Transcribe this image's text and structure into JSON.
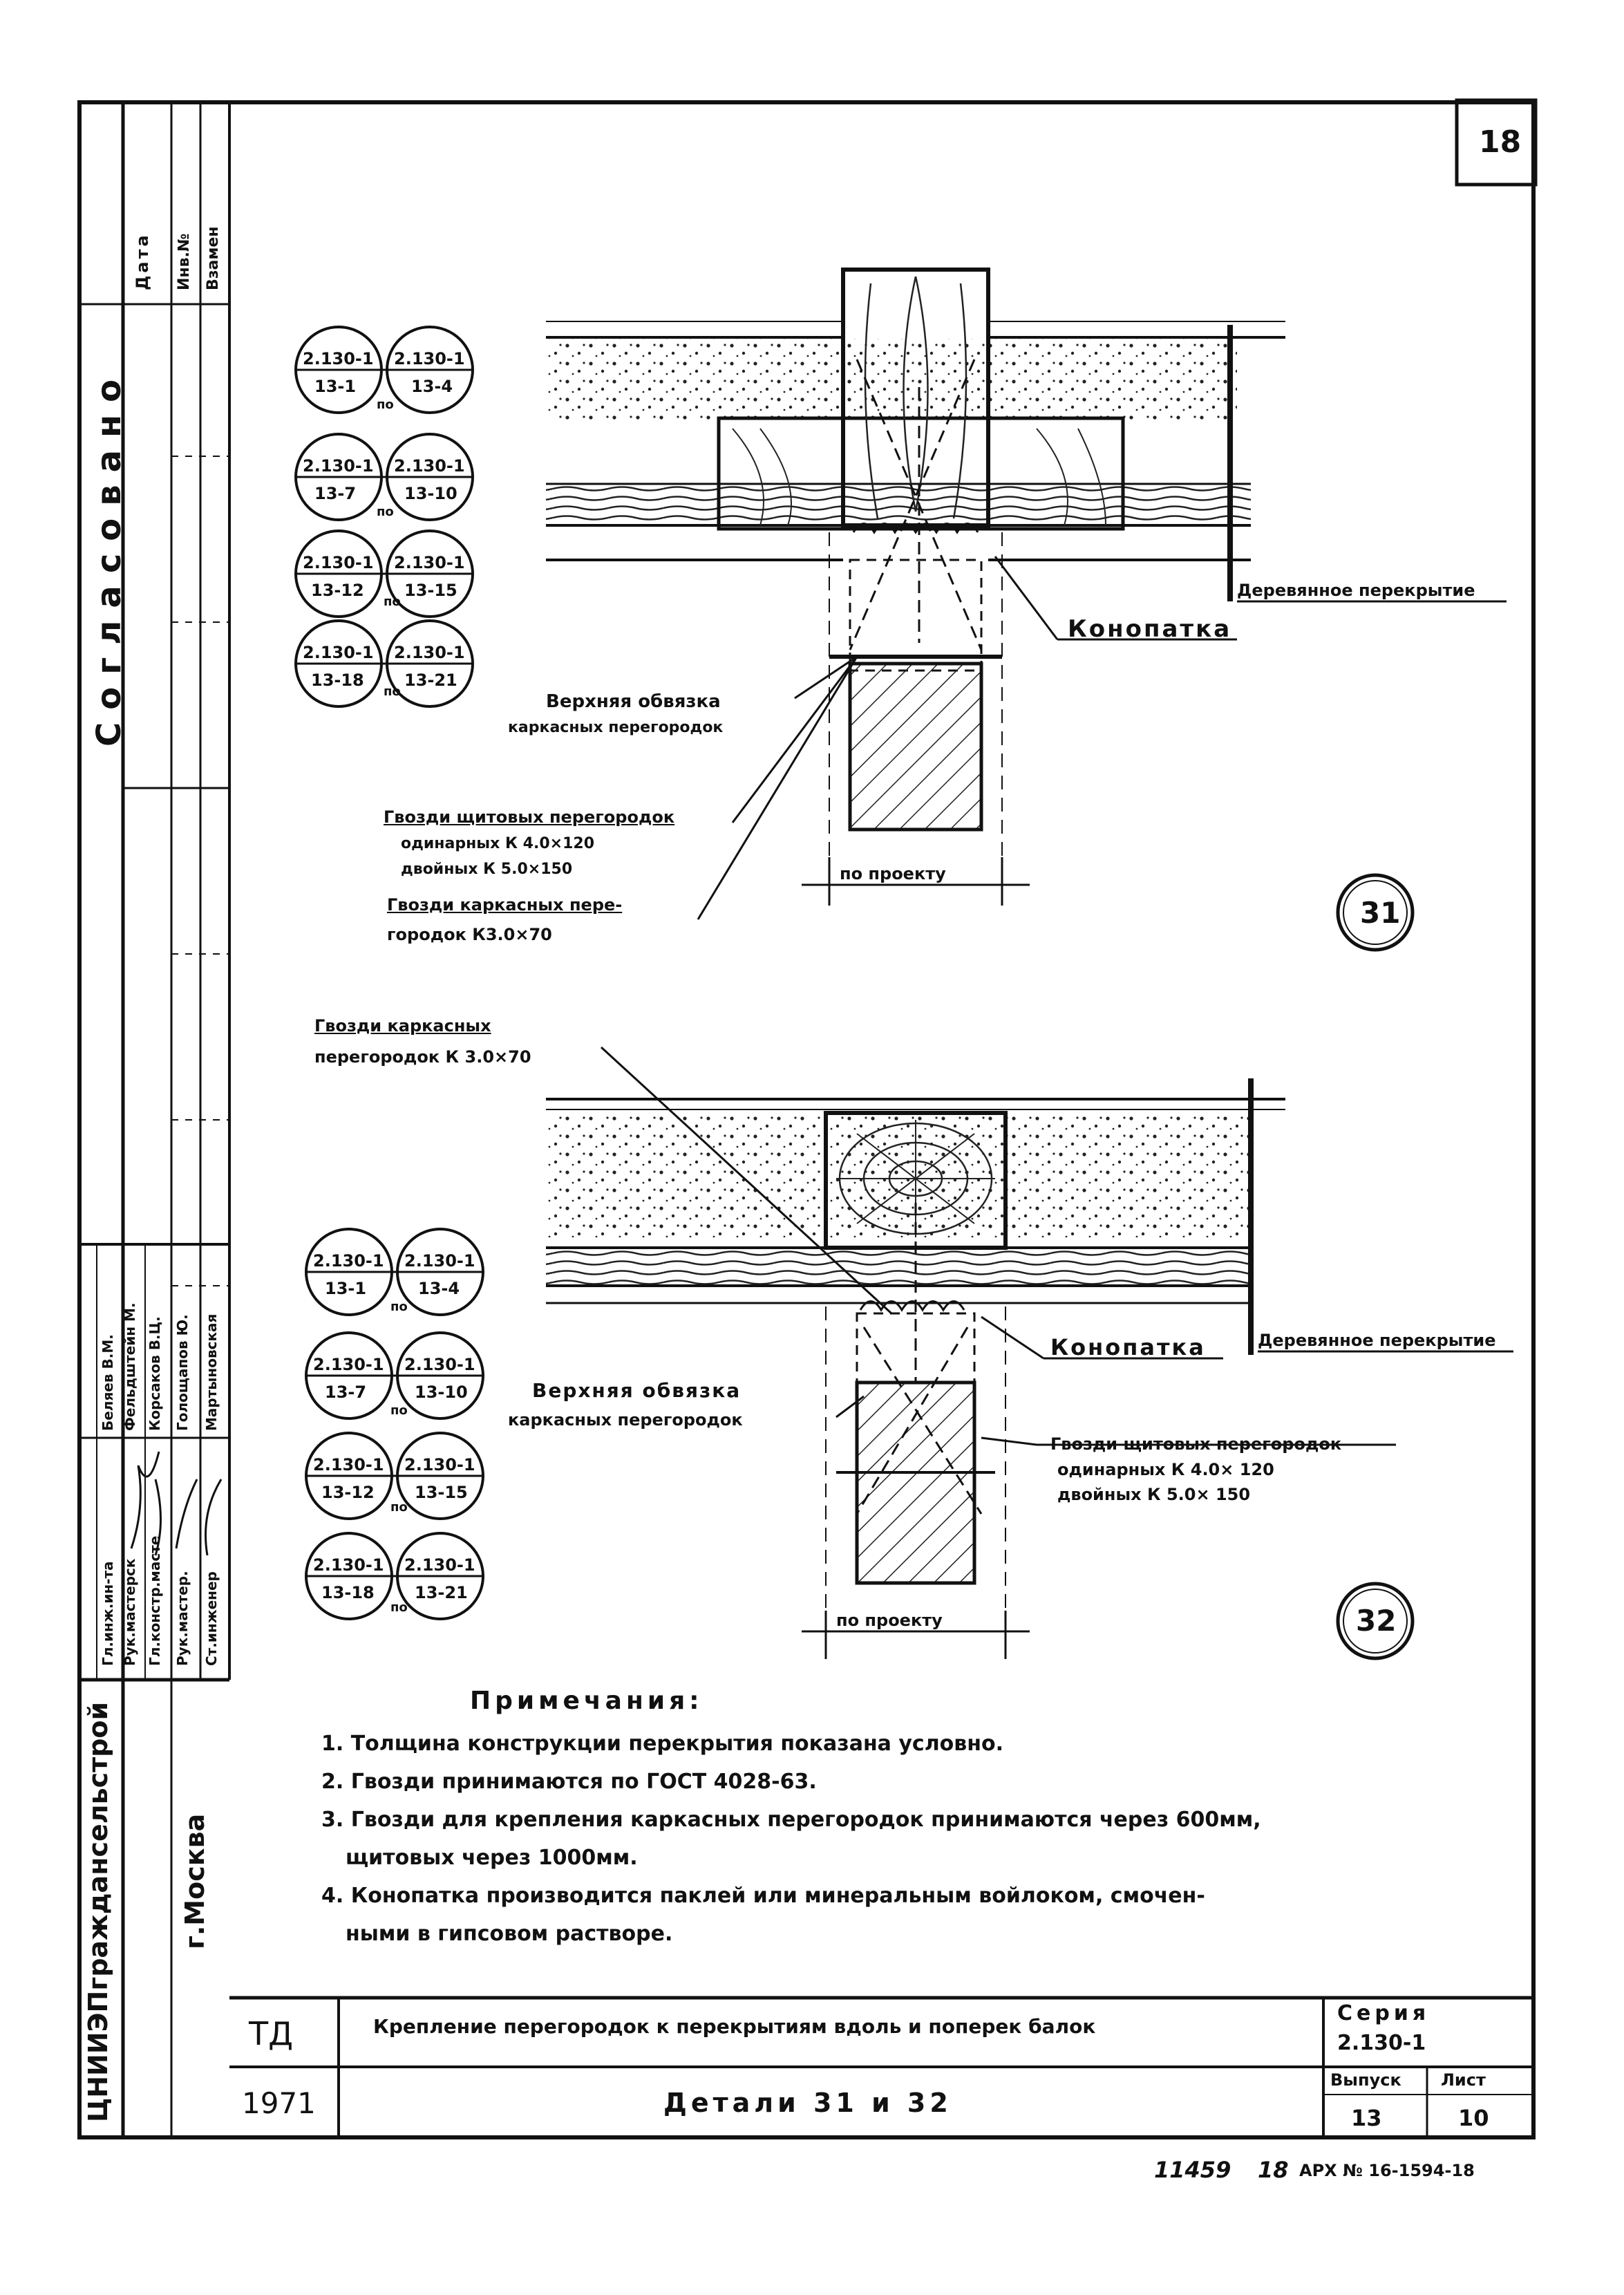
{
  "sheet_number": "18",
  "approval_block": {
    "title": "Согласовано",
    "col_date": "Дата",
    "col_inv": "Инв.№",
    "col_instead": "Взамен"
  },
  "staff": {
    "roles": [
      "Гл.инж.ин-та",
      "Рук.мастерск",
      "Гл.констр.масте",
      "Рук.мастер.",
      "Ст.инженер"
    ],
    "names": [
      "Беляев В.М.",
      "Фельдштейн М.",
      "Корсаков В.Ц.",
      "Голощапов Ю.",
      "Мартыновская"
    ]
  },
  "organization": {
    "name": "ЦНИИЭПграждансельстрой",
    "city": "г.Москва"
  },
  "detail_31": {
    "number": "31",
    "wood_floor_label": "Деревянное перекрытие",
    "caulk_label": "Конопатка",
    "top_plate_label": [
      "Верхняя обвязка",
      "каркасных перегородок"
    ],
    "panel_nails_label": [
      "Гвозди щитовых перегородок",
      "одинарных  К 4.0×120",
      "двойных  К 5.0×150"
    ],
    "frame_nails_label": [
      "Гвозди каркасных пере-",
      "городок К3.0×70"
    ],
    "dimension_label": "по проекту"
  },
  "detail_32": {
    "number": "32",
    "frame_nails_label": [
      "Гвозди каркасных",
      "перегородок К 3.0×70"
    ],
    "wood_floor_label": "Деревянное перекрытие",
    "caulk_label": "Конопатка",
    "top_plate_label": [
      "Верхняя обвязка",
      "каркасных перегородок"
    ],
    "panel_nails_label": [
      "Гвозди щитовых перегородок",
      "одинарных К 4.0× 120",
      "двойных  К 5.0× 150"
    ],
    "dimension_label": "по проекту"
  },
  "references_31": [
    {
      "top_left": "2.130-1",
      "bot_left": "13-1",
      "top_right": "2.130-1",
      "bot_right": "13-4",
      "sep": "по"
    },
    {
      "top_left": "2.130-1",
      "bot_left": "13-7",
      "top_right": "2.130-1",
      "bot_right": "13-10",
      "sep": "по"
    },
    {
      "top_left": "2.130-1",
      "bot_left": "13-12",
      "top_right": "2.130-1",
      "bot_right": "13-15",
      "sep": "по"
    },
    {
      "top_left": "2.130-1",
      "bot_left": "13-18",
      "top_right": "2.130-1",
      "bot_right": "13-21",
      "sep": "по"
    }
  ],
  "references_32": [
    {
      "top_left": "2.130-1",
      "bot_left": "13-1",
      "top_right": "2.130-1",
      "bot_right": "13-4",
      "sep": "по"
    },
    {
      "top_left": "2.130-1",
      "bot_left": "13-7",
      "top_right": "2.130-1",
      "bot_right": "13-10",
      "sep": "по"
    },
    {
      "top_left": "2.130-1",
      "bot_left": "13-12",
      "top_right": "2.130-1",
      "bot_right": "13-15",
      "sep": "по"
    },
    {
      "top_left": "2.130-1",
      "bot_left": "13-18",
      "top_right": "2.130-1",
      "bot_right": "13-21",
      "sep": "по"
    }
  ],
  "notes": {
    "title": "Примечания:",
    "items": [
      "1. Толщина конструкции перекрытия показана условно.",
      "2. Гвозди принимаются по ГОСТ 4028-63.",
      "3. Гвозди для крепления каркасных перегородок принимаются через 600мм,",
      "щитовых через 1000мм.",
      "4. Конопатка производится паклей или минеральным войлоком, смочен-",
      "ными в гипсовом растворе."
    ]
  },
  "title_block": {
    "td": "ТД",
    "year": "1971",
    "description": "Крепление перегородок к перекрытиям вдоль и поперек балок",
    "drawing_title": "Детали 31 и 32",
    "series_label": "Серия",
    "series_value": "2.130-1",
    "issue_label": "Выпуск",
    "issue_value": "13",
    "sheet_label": "Лист",
    "sheet_value": "10"
  },
  "footer": {
    "stamp_number": "11459",
    "stamp_sheet": "18",
    "archive": "АРХ № 16-1594-18"
  }
}
